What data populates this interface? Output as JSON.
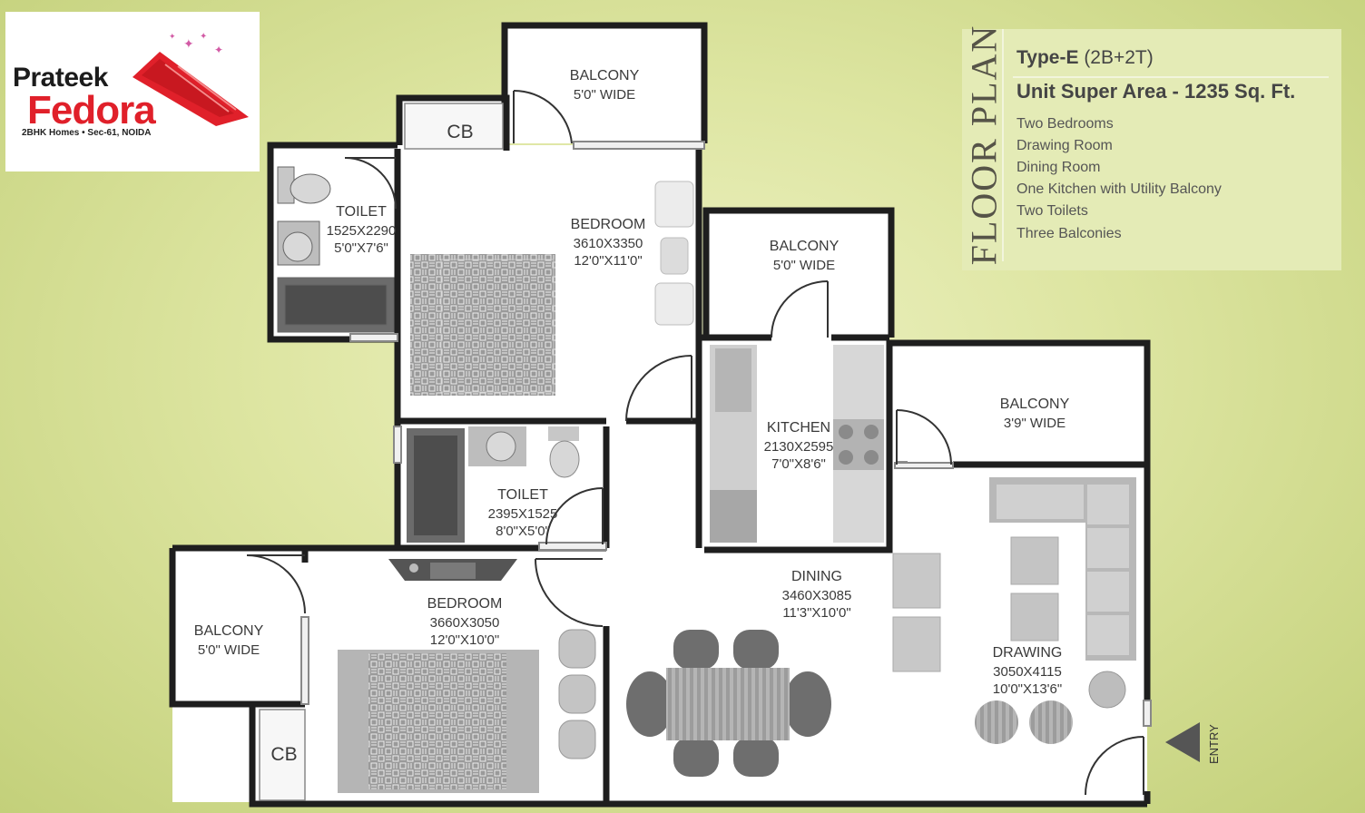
{
  "logo": {
    "line1": "Prateek",
    "line2": "Fedora",
    "address": "2BHK Homes • Sec-61, NOIDA"
  },
  "info": {
    "section_title": "FLOOR PLAN",
    "type_prefix": "Type-E",
    "type_config": "(2B+2T)",
    "area_line": "Unit Super Area - 1235 Sq. Ft.",
    "features": [
      "Two Bedrooms",
      "Drawing Room",
      "Dining Room",
      "One Kitchen with Utility Balcony",
      "Two Toilets",
      "Three Balconies"
    ]
  },
  "rooms": {
    "balcony_top": {
      "name": "BALCONY",
      "size": "5'0\" WIDE"
    },
    "cb_top": {
      "name": "CB"
    },
    "toilet_1": {
      "name": "TOILET",
      "mm": "1525X2290",
      "ft": "5'0\"X7'6\""
    },
    "bedroom_1": {
      "name": "BEDROOM",
      "mm": "3610X3350",
      "ft": "12'0\"X11'0\""
    },
    "balcony_kitchen": {
      "name": "BALCONY",
      "size": "5'0\" WIDE"
    },
    "kitchen": {
      "name": "KITCHEN",
      "mm": "2130X2595",
      "ft": "7'0\"X8'6\""
    },
    "balcony_drawing": {
      "name": "BALCONY",
      "size": "3'9\" WIDE"
    },
    "toilet_2": {
      "name": "TOILET",
      "mm": "2395X1525",
      "ft": "8'0\"X5'0\""
    },
    "bedroom_2": {
      "name": "BEDROOM",
      "mm": "3660X3050",
      "ft": "12'0\"X10'0\""
    },
    "balcony_left": {
      "name": "BALCONY",
      "size": "5'0\" WIDE"
    },
    "cb_bottom": {
      "name": "CB"
    },
    "dining": {
      "name": "DINING",
      "mm": "3460X3085",
      "ft": "11'3\"X10'0\""
    },
    "drawing": {
      "name": "DRAWING",
      "mm": "3050X4115",
      "ft": "10'0\"X13'6\""
    }
  },
  "entry_label": "ENTRY",
  "colors": {
    "wall": "#1e1e1e",
    "floor": "#ffffff",
    "furniture": "#8a8a8a",
    "brand_red": "#e0202a",
    "background": "#dde5a1"
  }
}
